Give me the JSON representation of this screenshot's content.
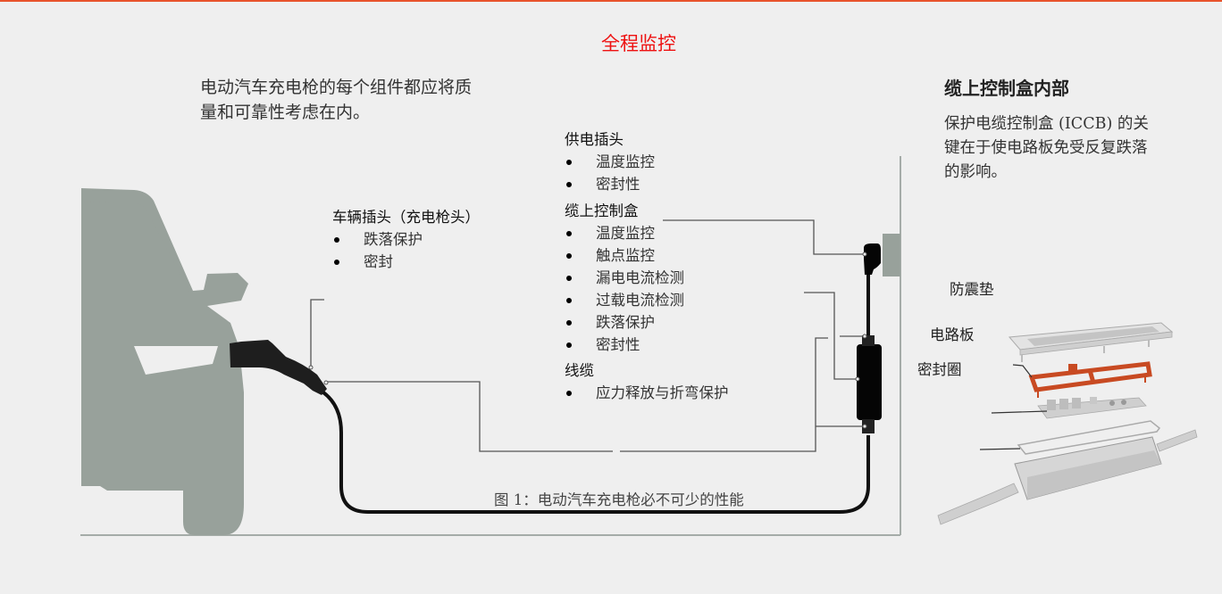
{
  "title": "全程监控",
  "intro": "电动汽车充电枪的每个组件都应将质量和可靠性考虑在内。",
  "intro_lines": [
    "电动汽车充电枪的每个组件都应",
    "将质量和可靠性考虑在内。"
  ],
  "sidebar": {
    "title": "缆上控制盒内部",
    "body_lines": [
      "保护电缆控制盒 (ICCB) 的关",
      "键在于使电路板免受反复跌落",
      "的影响。"
    ]
  },
  "groups": {
    "vehicle_plug": {
      "heading": "车辆插头（充电枪头）",
      "items": [
        "跌落保护",
        "密封"
      ]
    },
    "supply_plug": {
      "heading": "供电插头",
      "items": [
        "温度监控",
        "密封性"
      ]
    },
    "iccb": {
      "heading": "缆上控制盒",
      "items": [
        "温度监控",
        "触点监控",
        "漏电电流检测",
        "过载电流检测",
        "跌落保护",
        "密封性"
      ]
    },
    "cable": {
      "heading": "线缆",
      "items": [
        "应力释放与折弯保护"
      ]
    }
  },
  "exploded_labels": {
    "shock_pad": "防震垫",
    "circuit_board": "电路板",
    "seal_ring": "密封圈"
  },
  "caption": "图 1：电动汽车充电枪必不可少的性能",
  "colors": {
    "accent_bar": "#e8532c",
    "title": "#ee1111",
    "car": "#98a19b",
    "seal": "#c84a22",
    "cable": "#111111"
  }
}
